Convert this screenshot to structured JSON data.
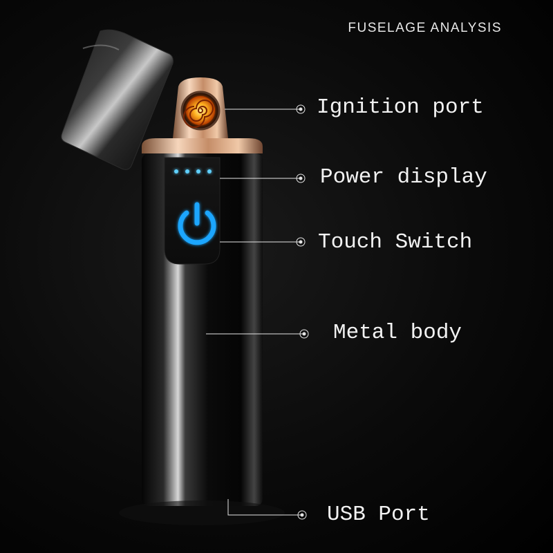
{
  "header": {
    "title": "FUSELAGE ANALYSIS"
  },
  "callouts": [
    {
      "id": "ignition-port",
      "label": "Ignition port"
    },
    {
      "id": "power-display",
      "label": "Power display"
    },
    {
      "id": "touch-switch",
      "label": "Touch Switch"
    },
    {
      "id": "metal-body",
      "label": "Metal body"
    },
    {
      "id": "usb-port",
      "label": "USB Port"
    }
  ],
  "product": {
    "power_indicator_dots": 4,
    "colors": {
      "body": "#0b0b0b",
      "highlight": "#ffffff",
      "rose_gold": "#e8c0a0",
      "coil": "#ff9a10",
      "touch_icon": "#1aa6ff",
      "leader_line": "#e6e6e6"
    }
  }
}
